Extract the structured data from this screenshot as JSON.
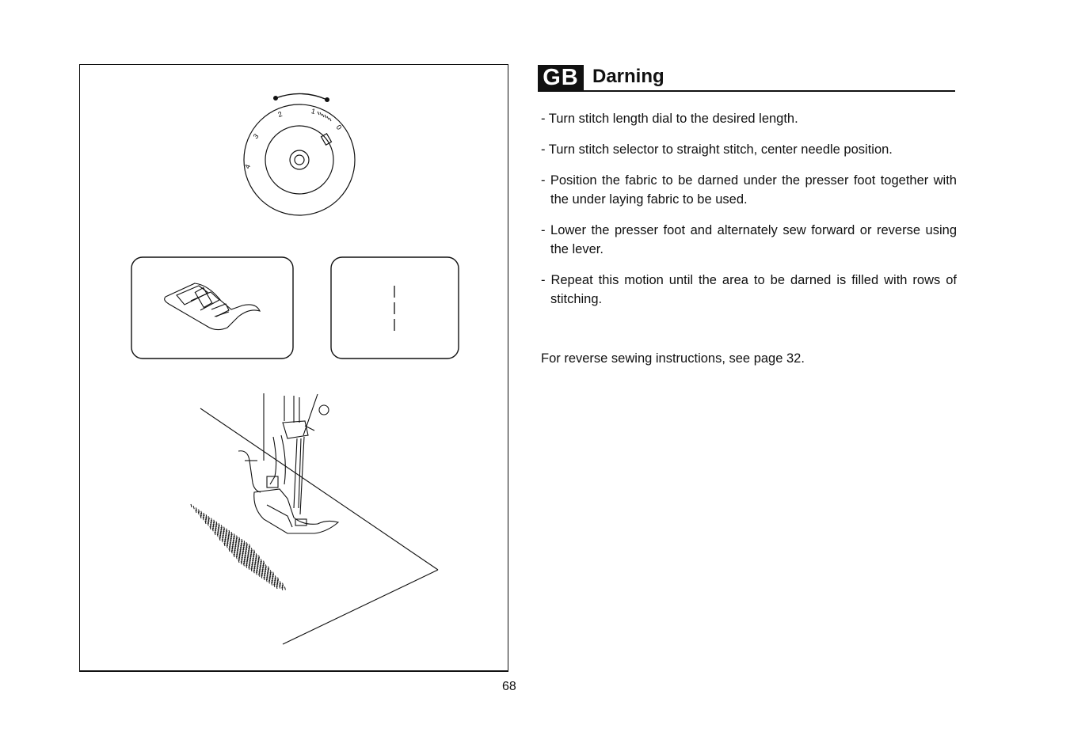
{
  "section": {
    "badge": "GB",
    "title": "Darning"
  },
  "instructions": [
    "- Turn stitch length dial to the desired length.",
    "- Turn stitch selector to straight stitch, center needle position.",
    "- Position the fabric to be darned under the presser foot together with the under laying fabric to be used.",
    "- Lower the presser foot and alternately sew forward or reverse using the lever.",
    "- Repeat this motion until the area to be darned is filled with rows of stitching."
  ],
  "note": "For reverse sewing instructions, see page 32.",
  "page_number": "68",
  "illustration": {
    "dial_numbers": [
      "4",
      "3",
      "2",
      "1",
      "0"
    ]
  }
}
